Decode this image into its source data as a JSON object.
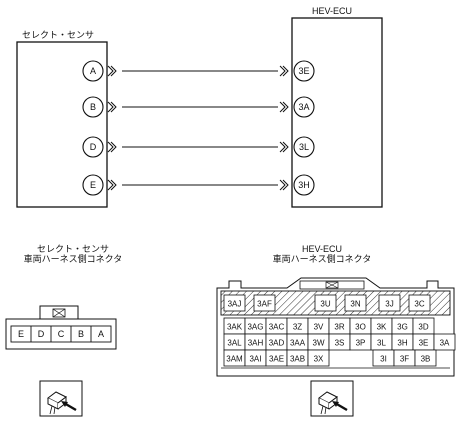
{
  "sensor": {
    "title": "セレクト・センサ",
    "pins": [
      "A",
      "B",
      "D",
      "E"
    ],
    "connector_title_line1": "セレクト・センサ",
    "connector_title_line2": "車両ハーネス側コネクタ",
    "connector_pins": [
      "E",
      "D",
      "C",
      "B",
      "A"
    ]
  },
  "ecu": {
    "title": "HEV-ECU",
    "pins": [
      "3E",
      "3A",
      "3L",
      "3H"
    ],
    "connector_title_line1": "HEV-ECU",
    "connector_title_line2": "車両ハーネス側コネクタ",
    "top_row_left": [
      "3AJ",
      "3AF"
    ],
    "top_row_mid": [
      "3U",
      "3N"
    ],
    "top_row_right": [
      "3J",
      "3C"
    ],
    "row1": [
      "3AK",
      "3AG",
      "3AC",
      "3Z",
      "3V",
      "3R",
      "3O",
      "3K",
      "3G",
      "3D"
    ],
    "row2": [
      "3AL",
      "3AH",
      "3AD",
      "3AA",
      "3W",
      "3S",
      "3P",
      "3L",
      "3H",
      "3E",
      "3A"
    ],
    "row3_left": [
      "3AM",
      "3AI",
      "3AE",
      "3AB",
      "3X"
    ],
    "row3_right": [
      "3I",
      "3F",
      "3B"
    ]
  }
}
